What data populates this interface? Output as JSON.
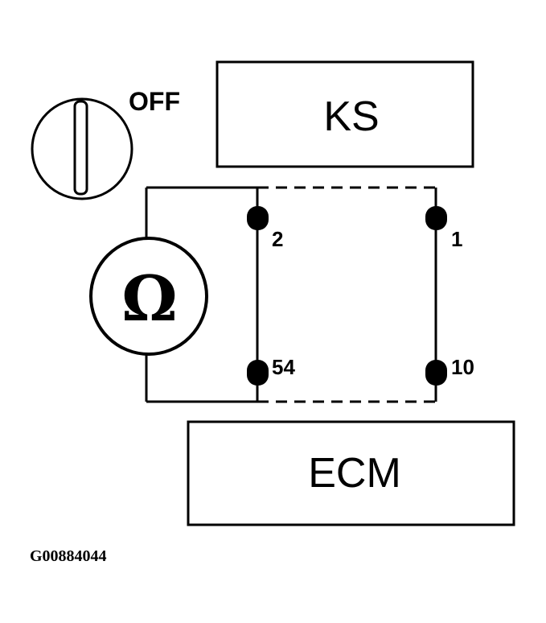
{
  "switch": {
    "label": "OFF",
    "icon": "ignition-switch-icon"
  },
  "meter": {
    "symbol": "Ω",
    "icon": "ohmmeter-icon"
  },
  "components": {
    "sensor": "KS",
    "module": "ECM"
  },
  "pins": {
    "sensor_left": "2",
    "sensor_right": "1",
    "module_left": "54",
    "module_right": "10"
  },
  "figure_code": "G00884044",
  "colors": {
    "ink": "#000000",
    "background": "#ffffff"
  }
}
